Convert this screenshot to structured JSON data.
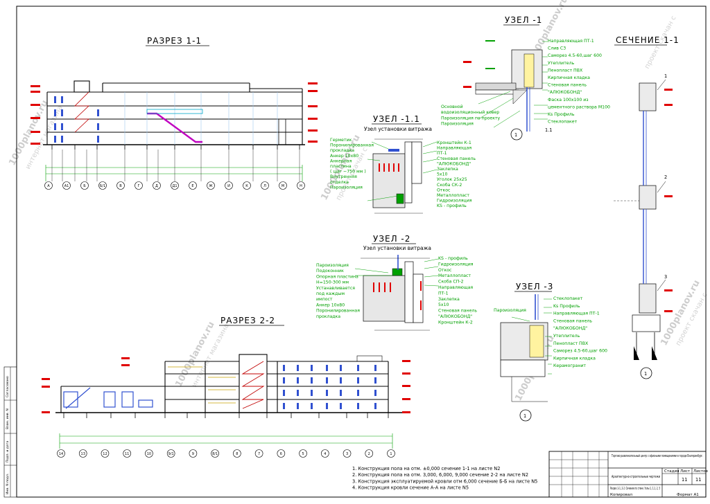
{
  "titles": {
    "section_1_1": "РАЗРЕЗ 1-1",
    "section_2_2": "РАЗРЕЗ 2-2",
    "node_1": "УЗЕЛ -1",
    "node_1_1": "УЗЕЛ -1.1",
    "node_1_1_sub": "Узел установки витража",
    "node_2": "УЗЕЛ -2",
    "node_2_sub": "Узел установки витража",
    "node_3": "УЗЕЛ -3",
    "cut_1_1": "СЕЧЕНИЕ 1-1"
  },
  "node1_labels": [
    "Направляющая ПТ-1",
    "Слив С3",
    "Саморез 4.5-60,шаг 600",
    "Утеплитель",
    "Пенопласт ПВХ",
    "Кирпичная кладка",
    "Стеновая панель",
    "\"АЛЮКОБОНД\"",
    "Фаска 100х100 из",
    "цементного раствора М100",
    "Ks Профиль",
    "Стеклопакет"
  ],
  "node1_left_labels": [
    "Основной",
    "водоизоляционный ковер",
    "Пароизоляция по проекту",
    "Пароизоляция"
  ],
  "node1_marks": [
    "1",
    "1.1"
  ],
  "node11_left": [
    "Герметик",
    "Поронилированная",
    "прокладка",
    "Анкер 10х80",
    "Анкерная",
    "пластина",
    "( шаг ~750 мм )",
    "Внутренняя",
    "отделка",
    "Пароизоляция"
  ],
  "node11_right": [
    "Кронштейн К-1",
    "Направляющая",
    "ПТ-1",
    "Стеновая панель",
    "\"АЛЮКОБОНД\"",
    "Заклепка",
    "5х10",
    "Уголок 25х25",
    "Скоба СК-2",
    "Откос",
    "Металлопласт",
    "Гидроизоляция",
    "KS - профиль"
  ],
  "node2_left": [
    "Пароизоляция",
    "Подоконник",
    "Опорная пластина",
    "Н=150-300 мм",
    "Устанавливается",
    "под каждым",
    "импост",
    "Анкер 10х80",
    "Поронилированная",
    "прокладка"
  ],
  "node2_right": [
    "KS - профиль",
    "Гидроизоляция",
    "Откос",
    "Металлопласт",
    "Скоба СП-2",
    "Направляющая",
    "ПТ-1",
    "Заклепка",
    "5х10",
    "Стеновая панель",
    "\"АЛЮКОБОНД\"",
    "Кронштейн К-2"
  ],
  "node3_labels": [
    "Стеклопакет",
    "Ks Профиль",
    "Направляющая ПТ-1",
    "Стеновая панель",
    "\"АЛЮКОБОНД\"",
    "Утеплитель",
    "Пенопласт ПВХ",
    "Саморез 4.5-60,шаг 600",
    "Кирпичная кладка",
    "Керамогранит"
  ],
  "node3_left": "Пароизоляция",
  "node3_mark": "1",
  "cut_marks": [
    "1",
    "2",
    "3",
    "1"
  ],
  "axes_1_1": [
    "А",
    "А1",
    "Б",
    "Б/1",
    "В",
    "Г",
    "Д",
    "Д1",
    "Е",
    "Ж",
    "И",
    "К",
    "Л",
    "М",
    "Н"
  ],
  "axes_2_2": [
    "14",
    "13",
    "12",
    "11",
    "10",
    "9/1",
    "9",
    "8/1",
    "8",
    "7",
    "6",
    "5",
    "4",
    "3",
    "2",
    "1"
  ],
  "notes": [
    "1. Конструкция пола на отм. ±0,000 сечение 1-1 на листе N2",
    "2. Конструкция пола на отм. 3,000, 6,000, 9,000 сечение 2-2 на листе N2",
    "3. Конструкция эксплуатируемой кровли отм 6,000 сечение Б-Б на листе N5",
    "4. Конструкция кровли сечение А-А на листе N5"
  ],
  "title_block": {
    "project": "Торгово развлекательный центр с офисными помещениями в городе Екатеринбург.",
    "section": "Архитектурно-строительные чертежи",
    "sheet_name": "Разрез 1-1, 2-2. Сечение по стене. Узлы 1, 1.1, 2, 3",
    "stage_h": "Стадия",
    "sheet_h": "Лист",
    "sheets_h": "Листов",
    "sheet": "11",
    "sheets": "11",
    "copied": "Копировал",
    "format": "Формат А1"
  },
  "side_stamp": [
    "Инв. N подл.",
    "Подп. и дата",
    "Взам. инв. N",
    "Согласовано"
  ],
  "watermarks": [
    "1000planov.ru",
    "проект скачан с",
    "интернет магазина"
  ],
  "colors": {
    "line": "#000000",
    "red": "#e00000",
    "green": "#00a000",
    "blue": "#3050d0",
    "magenta": "#c000c0",
    "cyan": "#00a8c8"
  }
}
